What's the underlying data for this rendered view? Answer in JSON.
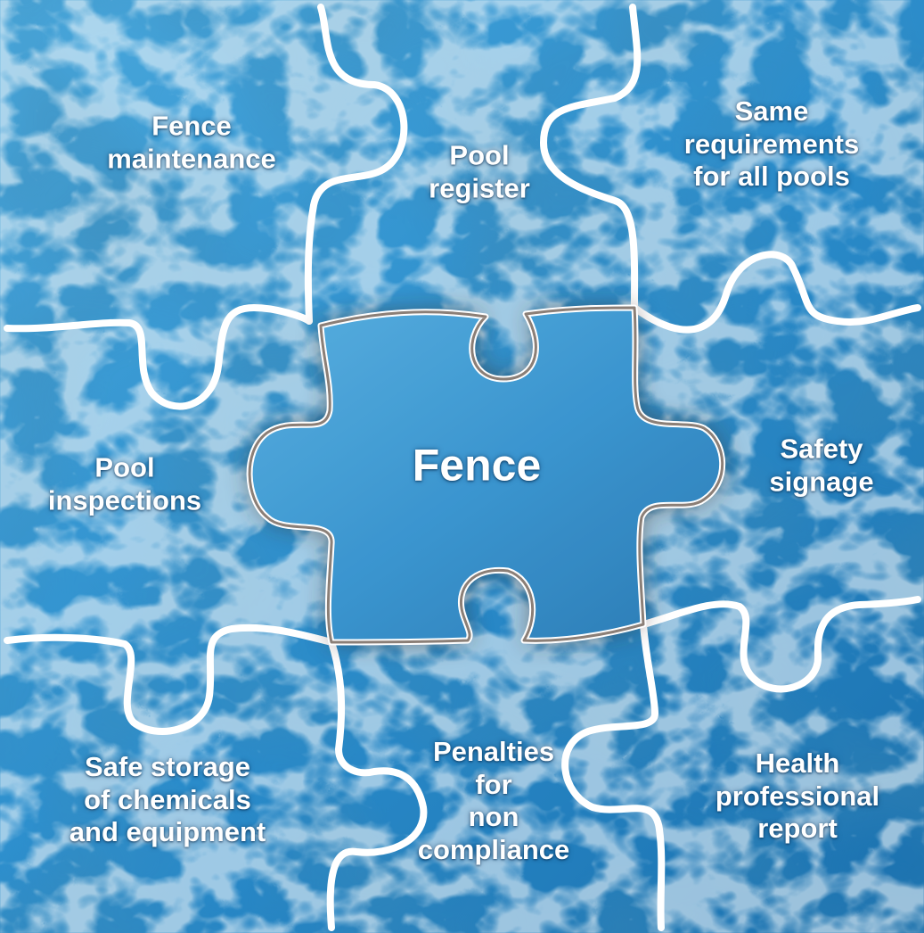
{
  "colors": {
    "water_light": "#5fb6e6",
    "water_mid": "#2a8fd0",
    "water_dark": "#1665a4",
    "outline": "#ffffff",
    "center_outline": "#6e5f55"
  },
  "center": {
    "label": "Fence"
  },
  "pieces": {
    "fence_maintenance": "Fence\nmaintenance",
    "pool_register": "Pool\nregister",
    "same_requirements": "Same\nrequirements\nfor all pools",
    "pool_inspections": "Pool\ninspections",
    "safety_signage": "Safety\nsignage",
    "safe_storage": "Safe storage\nof chemicals\nand equipment",
    "penalties": "Penalties\nfor\nnon\ncompliance",
    "health_report": "Health\nprofessional\nreport"
  }
}
